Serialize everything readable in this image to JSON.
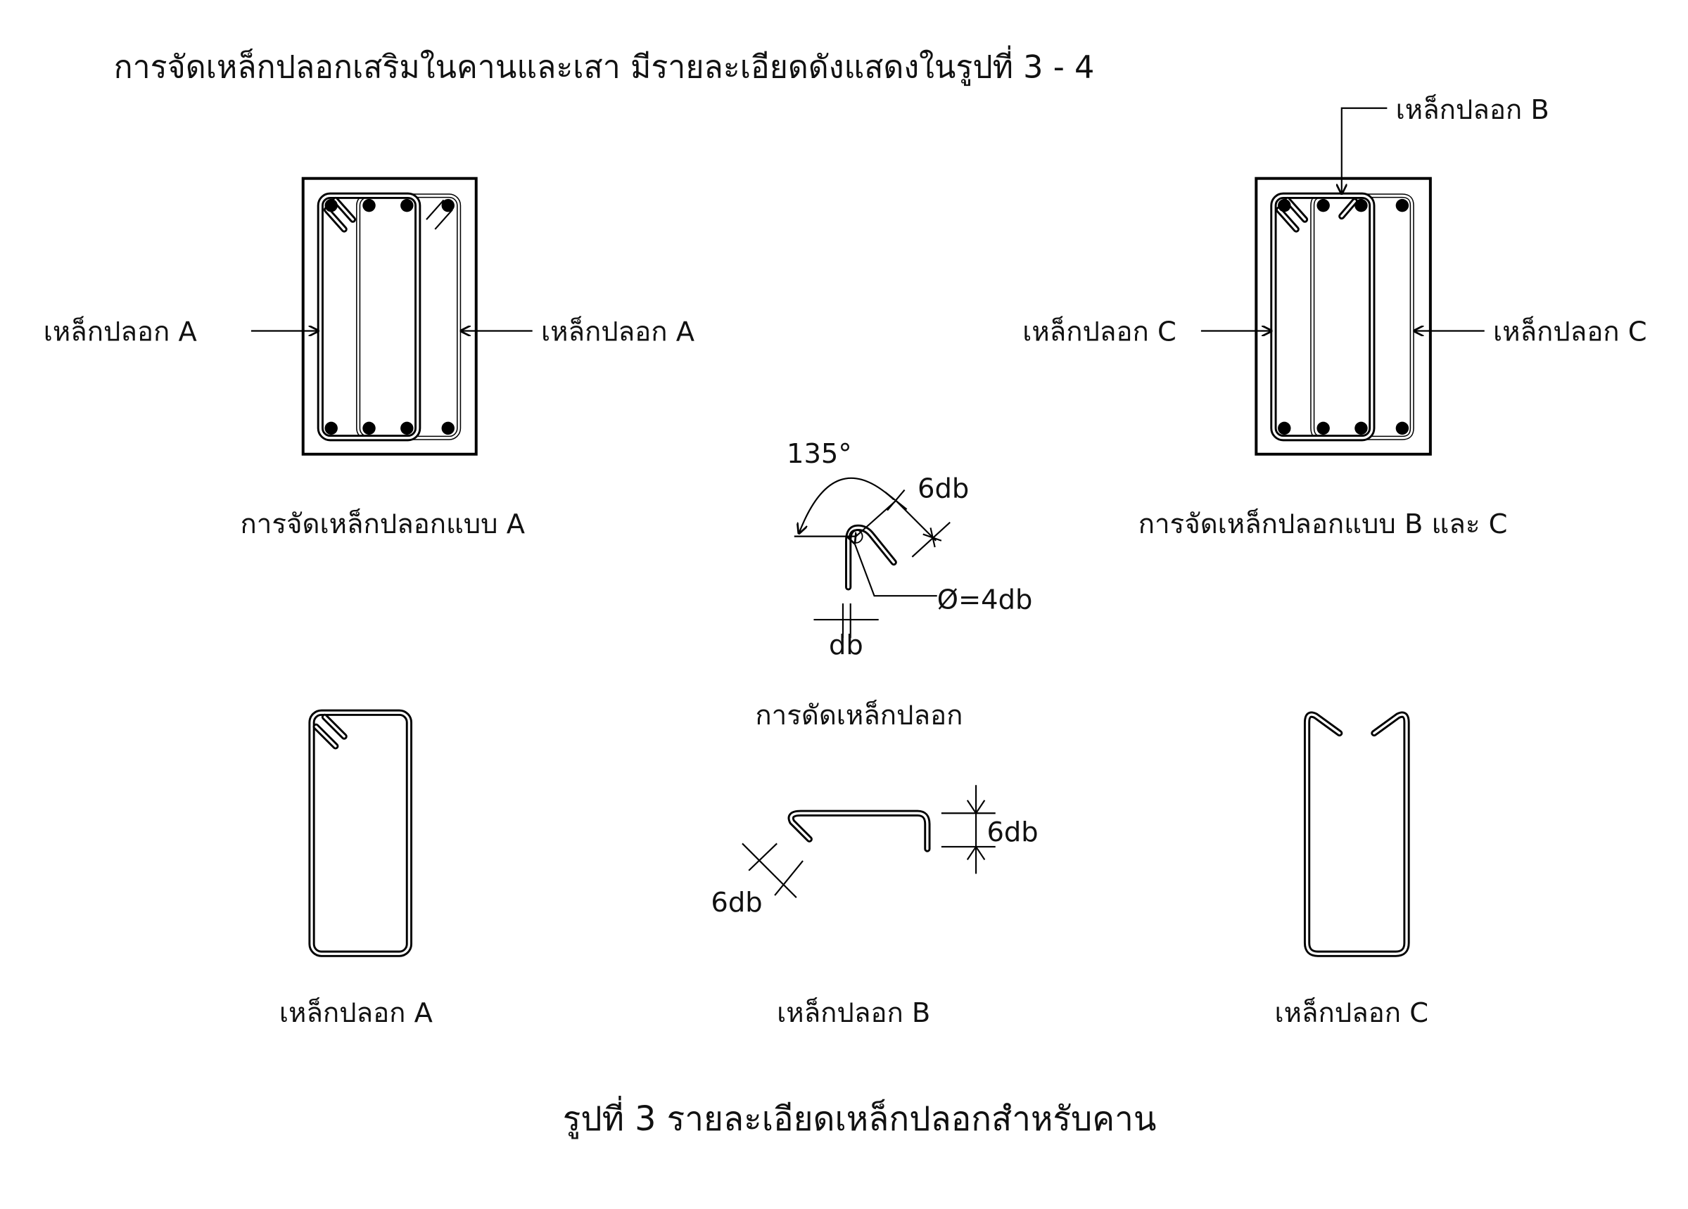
{
  "header": {
    "text": "การจัดเหล็กปลอกเสริมในคานและเสา มีรายละเอียดดังแสดงในรูปที่  3 - 4"
  },
  "section_a": {
    "label_left": "เหล็กปลอก  A",
    "label_right": "เหล็กปลอก  A",
    "caption": "การจัดเหล็กปลอกแบบ  A"
  },
  "section_bc": {
    "label_top": "เหล็กปลอก  B",
    "label_left": "เหล็กปลอก C",
    "label_right": "เหล็กปลอก  C",
    "caption": "การจัดเหล็กปลอกแบบ  B และ C"
  },
  "bend_detail": {
    "angle": "135°",
    "hook_length": "6db",
    "bend_diameter": "Ø=4db",
    "bar_diameter": "db",
    "caption": "การดัดเหล็กปลอก"
  },
  "stirrups": {
    "a_label": "เหล็กปลอก  A",
    "b_label": "เหล็กปลอก  B",
    "c_label": "เหล็กปลอก  C",
    "b_dim_vertical": "6db",
    "b_dim_diagonal": "6db"
  },
  "figure_caption": "รูปที่  3  รายละเอียดเหล็กปลอกสำหรับคาน"
}
